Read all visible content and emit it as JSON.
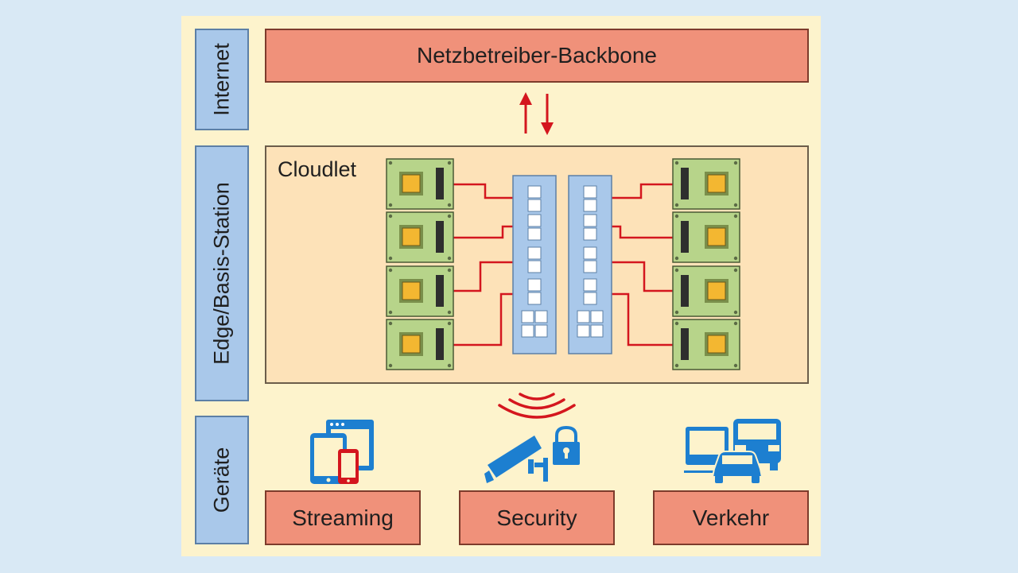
{
  "layers": {
    "internet": "Internet",
    "edge": "Edge/Basis-Station",
    "devices": "Geräte"
  },
  "backbone": {
    "label": "Netzbetreiber-Backbone"
  },
  "cloudlet": {
    "label": "Cloudlet"
  },
  "devices": {
    "streaming": "Streaming",
    "security": "Security",
    "traffic": "Verkehr"
  },
  "colors": {
    "panel": "#fdf3cc",
    "layer_blue": "#a9c8ea",
    "box_salmon": "#f0917a",
    "cloudlet_fill": "#fde2b8",
    "board_green": "#b7d48a",
    "chip_yellow": "#f3b731",
    "wire_red": "#d4161e",
    "icon_blue": "#1d7fd0"
  },
  "icons": [
    "tablet-phone-icon",
    "surveillance-camera-icon",
    "padlock-icon",
    "vehicles-icon",
    "wireless-signal-icon",
    "bidirectional-arrows-icon"
  ]
}
